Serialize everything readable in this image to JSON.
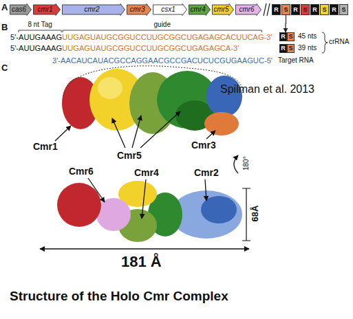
{
  "diagram": {
    "caption": "Structure of the Holo Cmr Complex",
    "nodes": [
      {
        "text": [
          "cas6"
        ]
      },
      {
        "text": [
          "cmr1"
        ]
      },
      {
        "text": [
          "cmr2"
        ]
      },
      {
        "text": [
          "cmr3"
        ]
      },
      {
        "text": [
          "csx1"
        ]
      },
      {
        "text": [
          "cmr4"
        ]
      },
      {
        "text": [
          "cmr5"
        ]
      },
      {
        "text": [
          "cmr6"
        ]
      },
      {
        "text": [
          "R"
        ]
      },
      {
        "text": [
          "S"
        ]
      },
      {
        "text": [
          "R"
        ]
      },
      {
        "text": [
          "S"
        ]
      },
      {
        "text": [
          "R"
        ]
      },
      {
        "text": [
          "S"
        ]
      },
      {
        "text": [
          "R"
        ]
      },
      {
        "text": [
          "S"
        ]
      },
      {
        "text": [
          "R"
        ]
      },
      {
        "text": [
          "S"
        ]
      },
      {
        "text": [
          "R"
        ]
      },
      {
        "text": [
          "S"
        ]
      }
    ],
    "edges": [
      {
        "from": 9,
        "to": 16,
        "arrow": "to"
      }
    ],
    "labels": [
      "A",
      "B",
      "C",
      "8 nt Tag",
      "guide",
      "5'-AUUGAAAG",
      "UUGAGUAUGCGGUCCUUGCGGCUGAGAGCACUUCAG-3'",
      "45 nts",
      "5'-AUUGAAAG",
      "UUGAGUAUGCGGUCCUUGCGGCUGAGAGCA-3'",
      "39 nts",
      "crRNA",
      "3'-AACAUCAUACGCCAGGAACGCCGACUCUCGUGAAGUC-5'",
      "Target RNA",
      "Spilman et al. 2013",
      "Cmr1",
      "Cmr5",
      "Cmr3",
      "Cmr2",
      "Cmr6",
      "Cmr4",
      "180°",
      "68Å",
      "181 Å"
    ]
  }
}
